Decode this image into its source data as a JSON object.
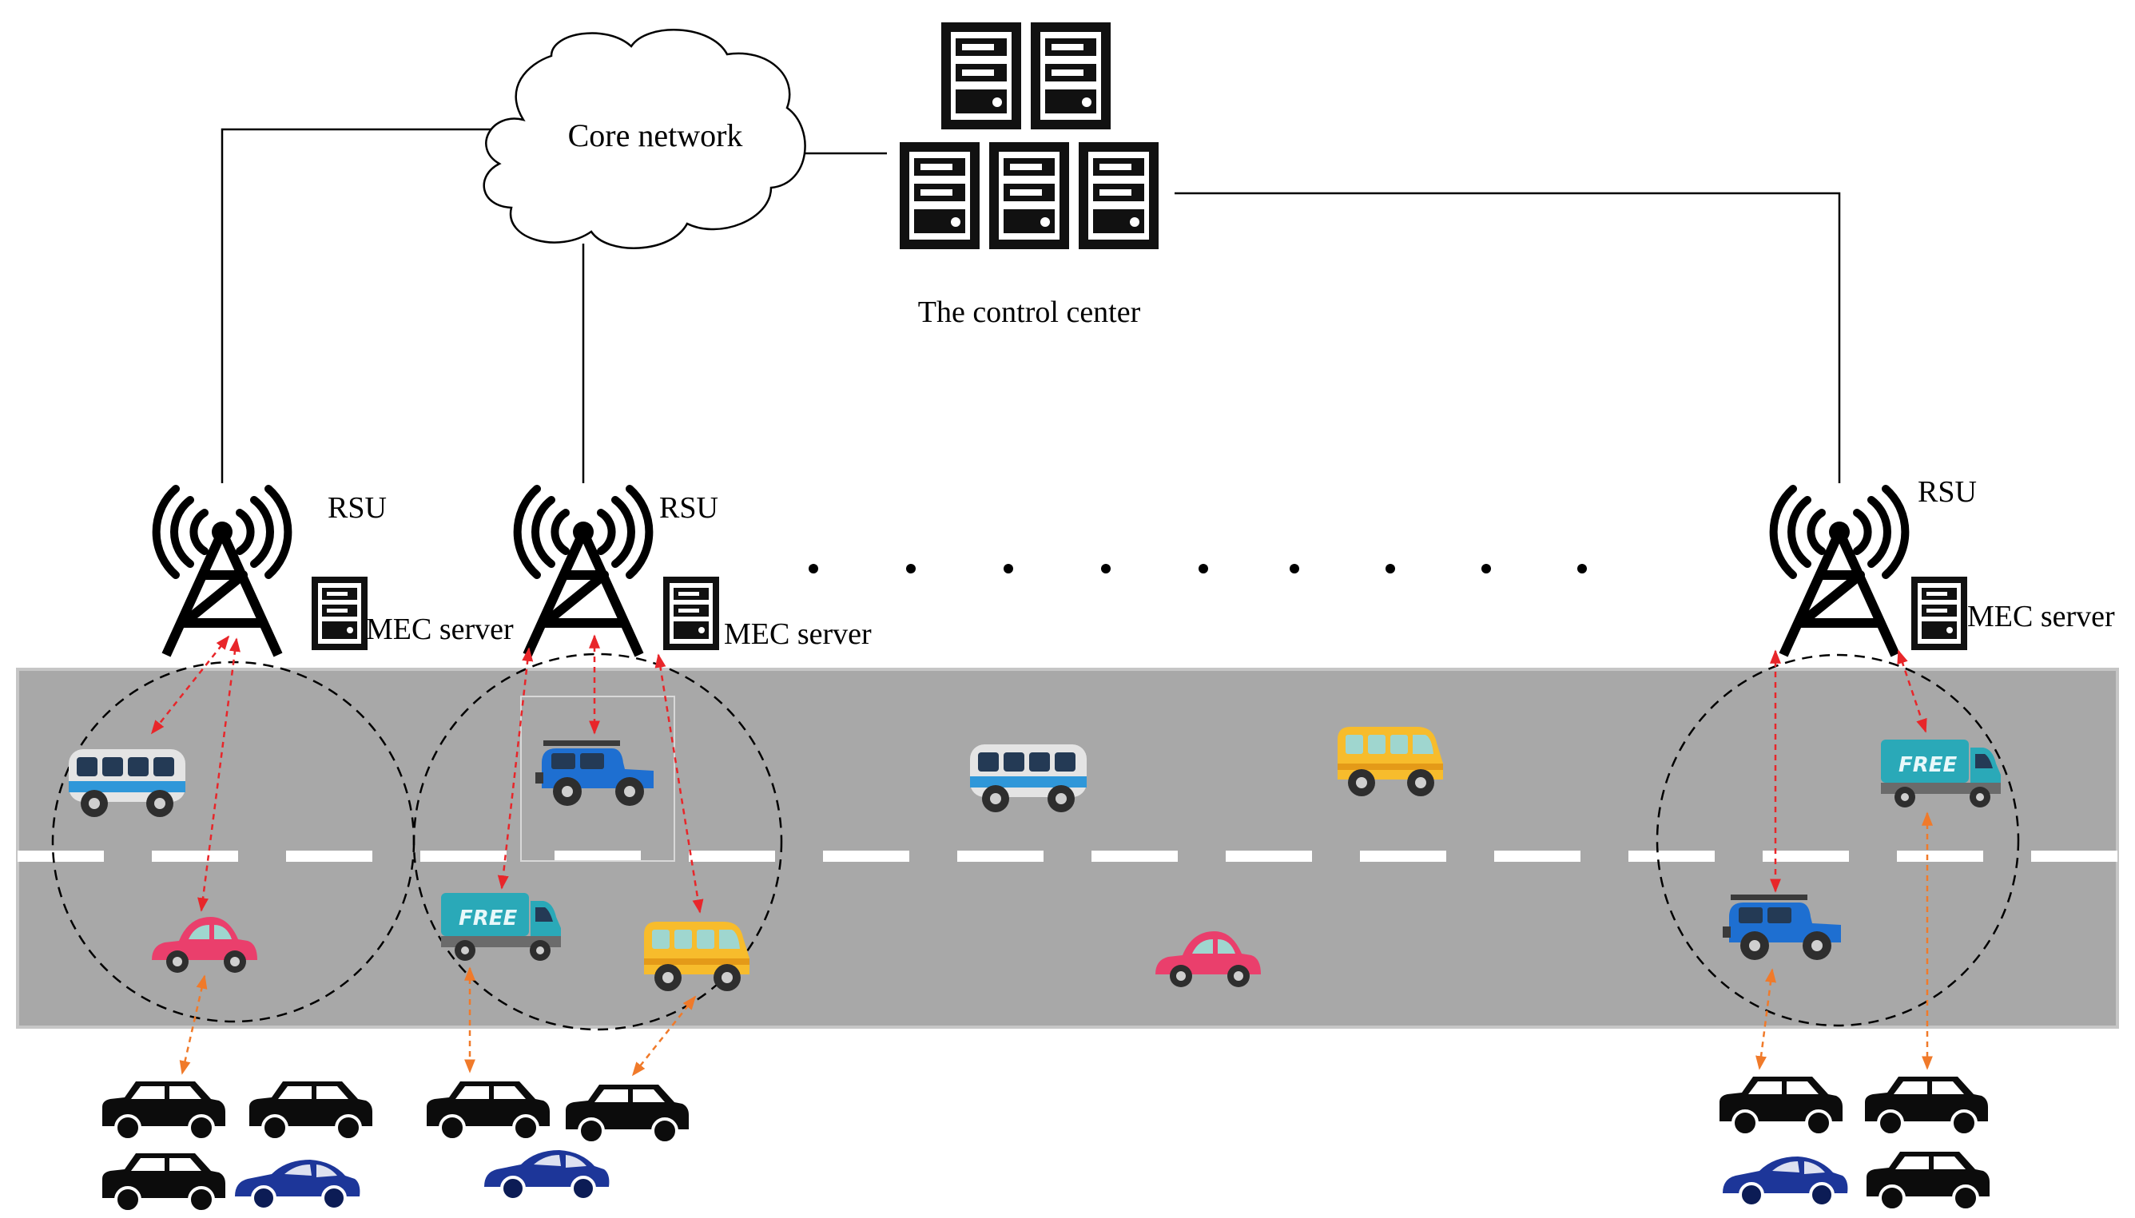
{
  "labels": {
    "core_network": "Core network",
    "control_center": "The control center",
    "rsu": "RSU",
    "mec_server": "MEC server"
  },
  "colors": {
    "road": "#a8a8a8",
    "lane_marking": "#ffffff",
    "rsu_link": "#e8262a",
    "vehicle_link": "#f07a2a",
    "wire": "#000000"
  },
  "icons": [
    "cloud-icon",
    "server-rack-icon",
    "antenna-tower-icon",
    "mec-server-icon",
    "bus-icon",
    "jeep-icon",
    "school-bus-icon",
    "delivery-van-icon",
    "car-icon",
    "parked-car-icon"
  ],
  "van_text": "FREE"
}
